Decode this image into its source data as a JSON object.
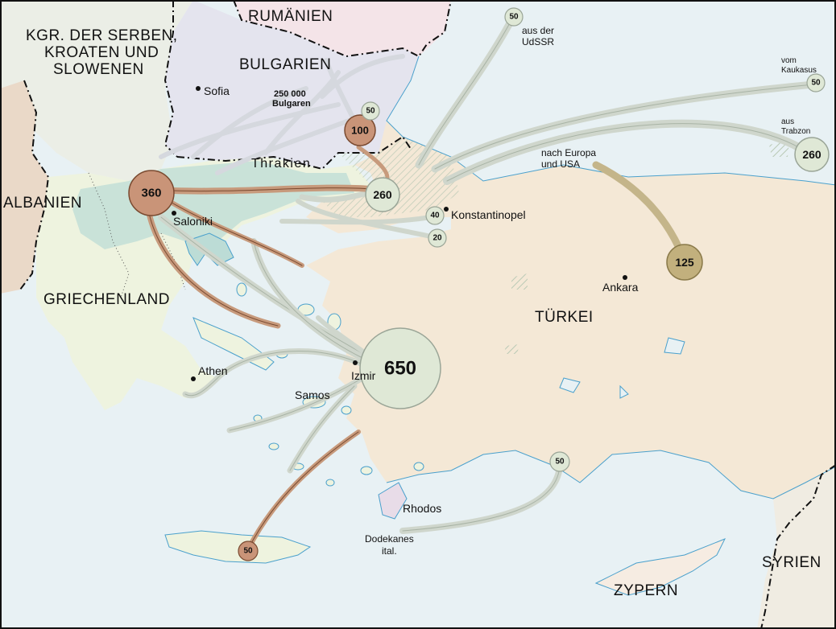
{
  "countries": {
    "serbia": "KGR. DER SERBEN,",
    "serbia_line2": "KROATEN UND",
    "serbia_line3": "SLOWENEN",
    "romania": "RUMÄNIEN",
    "bulgaria": "BULGARIEN",
    "albania": "ALBANIEN",
    "greece": "GRIECHENLAND",
    "turkey": "TÜRKEI",
    "syria": "SYRIEN",
    "cyprus": "ZYPERN"
  },
  "regions": {
    "thrace": "Thrakien",
    "dodecanese": "Dodekanes",
    "dodecanese_line2": "ital."
  },
  "cities": {
    "sofia": "Sofia",
    "saloniki": "Saloniki",
    "athen": "Athen",
    "izmir": "Izmir",
    "konstantinopel": "Konstantinopel",
    "ankara": "Ankara",
    "samos": "Samos",
    "rhodos": "Rhodos"
  },
  "annotations": {
    "bulgarians_count": "250 000",
    "bulgarians_label": "Bulgaren",
    "from_ussr_1": "aus der",
    "from_ussr_2": "UdSSR",
    "from_caucasus_1": "vom",
    "from_caucasus_2": "Kaukasus",
    "from_trabzon_1": "aus",
    "from_trabzon_2": "Trabzon",
    "to_europe_1": "nach Europa",
    "to_europe_2": "und USA"
  },
  "circles": {
    "c650": "650",
    "c360": "360",
    "c260a": "260",
    "c260b": "260",
    "c125": "125",
    "c100": "100",
    "c50_bulgaria": "50",
    "c50_ussr": "50",
    "c50_caucasus": "50",
    "c50_south": "50",
    "c50_crete": "50",
    "c40": "40",
    "c20": "20"
  },
  "colors": {
    "sea": "#e8f1f4",
    "coast": "#4aa0cc",
    "turkey_land": "#f4e8d6",
    "greece_land": "#eef3df",
    "bulgaria_land": "#e4e4ee",
    "serbia_land": "#ebeee6",
    "albania_land": "#ead9c8",
    "romania_land": "#f4e4e8",
    "syria_land": "#f0ece2",
    "cyprus_land": "#f6ece2",
    "macedonia_land": "#bcdcd6",
    "flow_gray": "#cfd6cc",
    "flow_brown": "#c79a7c",
    "flow_olive": "#c4b58a",
    "circle_gray": "#dfe8d6",
    "circle_brown": "#c99478",
    "circle_olive": "#c2b07d"
  }
}
